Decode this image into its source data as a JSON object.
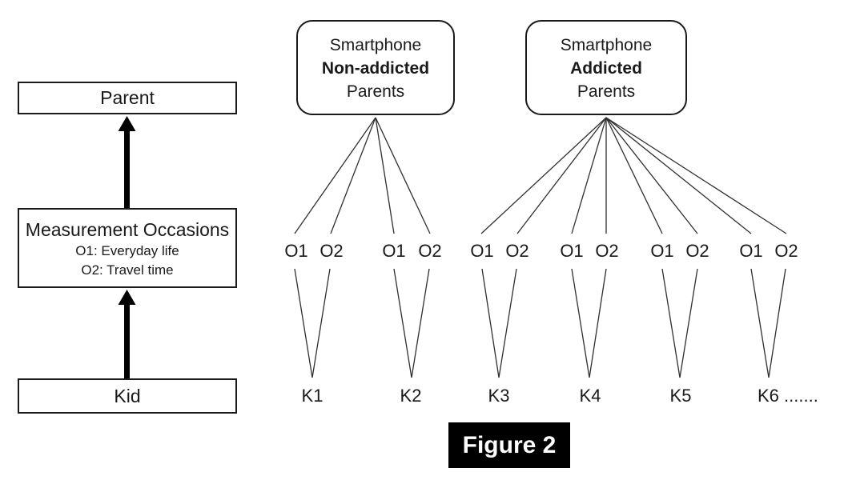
{
  "colors": {
    "background": "#ffffff",
    "line": "#2f2f2f",
    "box_border": "#1a1a1a",
    "text": "#1a1a1a",
    "caption_bg": "#000000",
    "caption_text": "#ffffff"
  },
  "left_panel": {
    "parent_label": "Parent",
    "measurement": {
      "title": "Measurement Occasions",
      "o1": "O1: Everyday life",
      "o2": "O2: Travel time"
    },
    "kid_label": "Kid"
  },
  "groups": [
    {
      "line1": "Smartphone",
      "line2": "Non-addicted",
      "line3": "Parents"
    },
    {
      "line1": "Smartphone",
      "line2": "Addicted",
      "line3": "Parents"
    }
  ],
  "o_labels": [
    "O1",
    "O2",
    "O1",
    "O2",
    "O1",
    "O2",
    "O1",
    "O2",
    "O1",
    "O2",
    "O1",
    "O2"
  ],
  "k_labels": [
    "K1",
    "K2",
    "K3",
    "K4",
    "K5",
    "K6 ......."
  ],
  "caption": "Figure 2"
}
